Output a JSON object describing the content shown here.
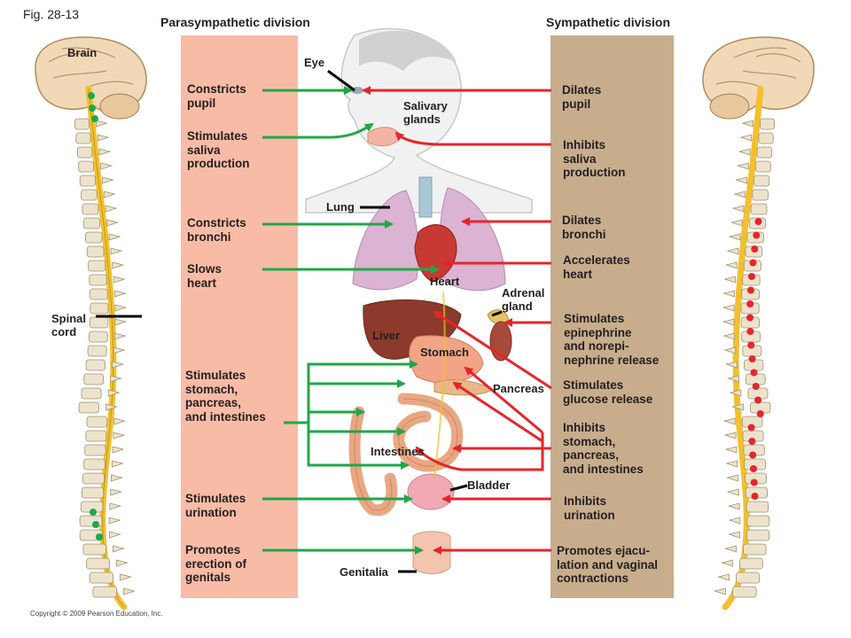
{
  "figure_label": "Fig. 28-13",
  "headers": {
    "parasympathetic": "Parasympathetic division",
    "sympathetic": "Sympathetic division"
  },
  "side_labels": {
    "brain": "Brain",
    "spinal_cord": "Spinal\ncord"
  },
  "parasympathetic_effects": [
    "Constricts\npupil",
    "Stimulates\nsaliva\nproduction",
    "Constricts\nbronchi",
    "Slows\nheart",
    "Stimulates\nstomach,\npancreas,\nand intestines",
    "Stimulates\nurination",
    "Promotes\nerection of\ngenitals"
  ],
  "sympathetic_effects": [
    "Dilates\npupil",
    "Inhibits\nsaliva\nproduction",
    "Dilates\nbronchi",
    "Accelerates\nheart",
    "Stimulates\nepinephrine\nand norepi-\nnephrine release",
    "Stimulates\nglucose release",
    "Inhibits\nstomach,\npancreas,\nand intestines",
    "Inhibits\nurination",
    "Promotes ejacu-\nlation and vaginal\ncontractions"
  ],
  "organs": {
    "eye": "Eye",
    "salivary": "Salivary\nglands",
    "lung": "Lung",
    "heart": "Heart",
    "adrenal": "Adrenal\ngland",
    "liver": "Liver",
    "stomach": "Stomach",
    "pancreas": "Pancreas",
    "intestines": "Intestines",
    "bladder": "Bladder",
    "genitalia": "Genitalia"
  },
  "copyright": "Copyright © 2009 Pearson Education, Inc.",
  "colors": {
    "parasympathetic_panel": "#f8bba5",
    "sympathetic_panel": "#c8ad8d",
    "parasympathetic_arrow": "#1fa74a",
    "sympathetic_arrow": "#e8242b",
    "nerve": "#f2c02e"
  }
}
